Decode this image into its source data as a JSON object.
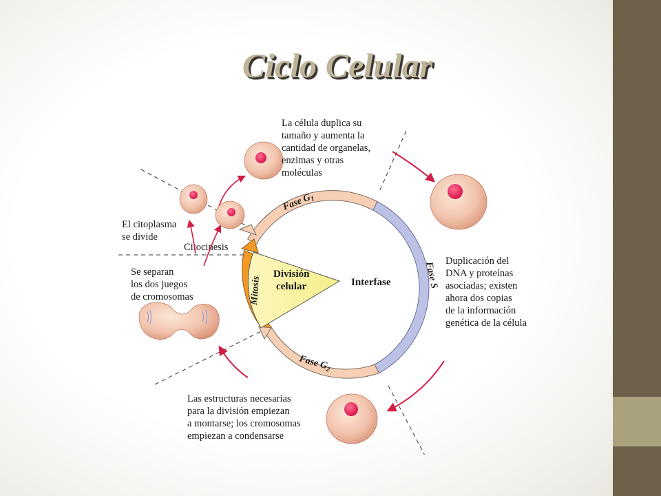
{
  "slide": {
    "title": "Ciclo Celular",
    "accent_dark": "#6d6249",
    "accent_light": "#aaa17d"
  },
  "diagram": {
    "phase_g1": "Fase G",
    "phase_g1_sub": "1",
    "phase_s": "Fase S",
    "phase_g2": "Fase G",
    "phase_g2_sub": "2",
    "phase_mitosis": "Mitosis",
    "interfase": "Interfase",
    "division": [
      "División",
      "celular"
    ],
    "citocinesis": "Citocinesis",
    "label_g1": [
      "La célula duplica su",
      "tamaño y aumenta la",
      "cantidad de organelas,",
      "enzimas y otras",
      "moléculas"
    ],
    "label_s": [
      "Duplicación del",
      "DNA y proteínas",
      "asociadas; existen",
      "ahora dos copias",
      "de la información",
      "genética de la célula"
    ],
    "label_g2": [
      "Las estructuras necesarias",
      "para la división empiezan",
      "a montarse; los cromosomas",
      "empiezan a condensarse"
    ],
    "label_mitosis": [
      "Se separan",
      "los dos juegos",
      "de cromosomas"
    ],
    "label_cytokinesis": [
      "El citoplasma",
      "se divide"
    ],
    "colors": {
      "g1": "#f6cfb4",
      "s": "#bcc1e6",
      "g2": "#f6cfb4",
      "mitosis": "#f39a26",
      "wedge": "#fbf6a6",
      "cell": "#f2c4ad",
      "nucleus": "#e1174f",
      "arrow": "#d31d44"
    }
  }
}
